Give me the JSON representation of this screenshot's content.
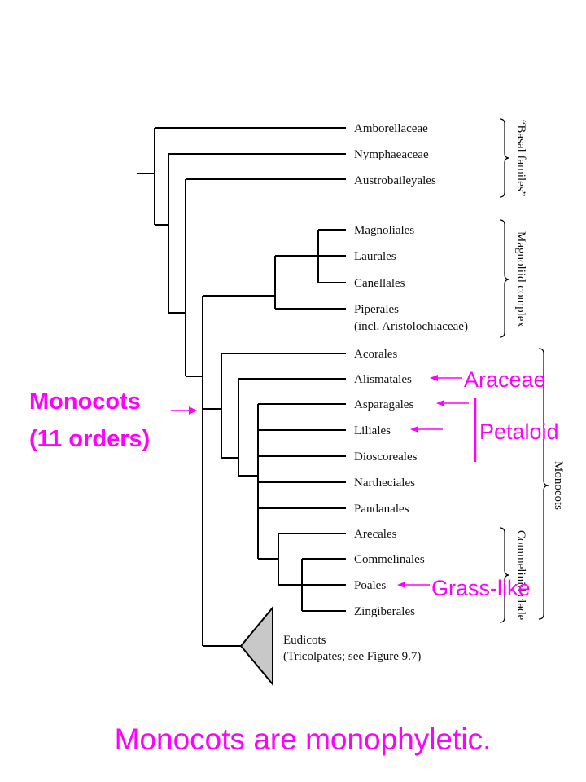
{
  "taxa": {
    "amborellaceae": "Amborellaceae",
    "nymphaeaceae": "Nymphaeaceae",
    "austrobaileyales": "Austrobaileyales",
    "magnoliales": "Magnoliales",
    "laurales": "Laurales",
    "canellales": "Canellales",
    "piperales": "Piperales",
    "piperales_note": "(incl. Aristolochiaceae)",
    "acorales": "Acorales",
    "alismatales": "Alismatales",
    "asparagales": "Asparagales",
    "liliales": "Liliales",
    "dioscoreales": "Dioscoreales",
    "nartheciales": "Nartheciales",
    "pandanales": "Pandanales",
    "arecales": "Arecales",
    "commelinales": "Commelinales",
    "poales": "Poales",
    "zingiberales": "Zingiberales",
    "eudicots": "Eudicots",
    "eudicots_note": "(Tricolpates; see Figure 9.7)"
  },
  "groups": {
    "basal": "“Basal familes”",
    "magnoliid": "Magnoliid complex",
    "monocots": "Monocots",
    "commelinid": "Commelinid clade"
  },
  "annotations": {
    "araceae": "Araceae",
    "petaloid": "Petaloid",
    "grass_like": "Grass-like",
    "monocots_line1": "Monocots",
    "monocots_line2": "(11 orders)",
    "caption": "Monocots are monophyletic."
  },
  "colors": {
    "annotation": "#ff00ff",
    "tree": "#000000",
    "eudicot_fill": "#c8c8c8"
  }
}
